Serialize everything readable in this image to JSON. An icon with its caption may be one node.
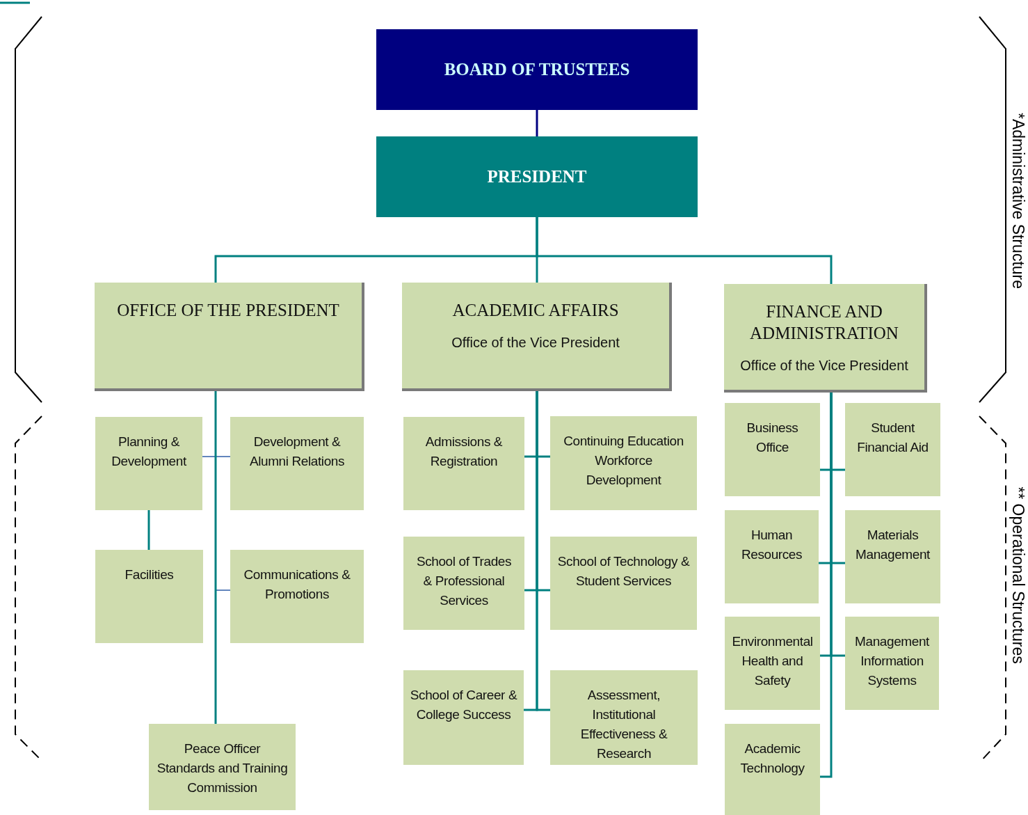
{
  "diagram": {
    "nodes": [
      {
        "text": [
          "BOARD OF TRUSTEES"
        ]
      },
      {
        "text": [
          "PRESIDENT"
        ]
      },
      {
        "text": [
          "OFFICE OF THE PRESIDENT"
        ]
      },
      {
        "text": [
          "ACADEMIC AFFAIRS",
          "Office of the Vice President"
        ]
      },
      {
        "text": [
          "FINANCE AND ADMINISTRATION",
          "Office of the Vice President"
        ]
      },
      {
        "text": [
          "Planning & Development"
        ]
      },
      {
        "text": [
          "Development & Alumni Relations"
        ]
      },
      {
        "text": [
          "Facilities"
        ]
      },
      {
        "text": [
          "Communications & Promotions"
        ]
      },
      {
        "text": [
          "Peace Officer Standards and Training Commission"
        ]
      },
      {
        "text": [
          "Admissions & Registration"
        ]
      },
      {
        "text": [
          "Continuing Education Workforce Development"
        ]
      },
      {
        "text": [
          "School of Trades & Professional Services"
        ]
      },
      {
        "text": [
          "School of Technology & Student Services"
        ]
      },
      {
        "text": [
          "School of Career & College Success"
        ]
      },
      {
        "text": [
          "Assessment, Institutional Effectiveness & Research"
        ]
      },
      {
        "text": [
          "Business Office"
        ]
      },
      {
        "text": [
          "Student Financial Aid"
        ]
      },
      {
        "text": [
          "Human Resources"
        ]
      },
      {
        "text": [
          "Materials Management"
        ]
      },
      {
        "text": [
          "Environmental Health and Safety"
        ]
      },
      {
        "text": [
          "Management Information Systems"
        ]
      },
      {
        "text": [
          "Academic Technology"
        ]
      }
    ],
    "edges": [
      {
        "from": 0,
        "to": 1,
        "arrow": "none",
        "color": "#000080"
      },
      {
        "from": 1,
        "to": 2,
        "arrow": "none"
      },
      {
        "from": 1,
        "to": 3,
        "arrow": "none"
      },
      {
        "from": 1,
        "to": 4,
        "arrow": "none"
      },
      {
        "from": 2,
        "to": 5,
        "arrow": "none",
        "color": "#2f5ea8"
      },
      {
        "from": 2,
        "to": 6,
        "arrow": "none",
        "color": "#2f5ea8"
      },
      {
        "from": 5,
        "to": 7,
        "arrow": "none"
      },
      {
        "from": 2,
        "to": 8,
        "arrow": "none",
        "color": "#2f5ea8"
      },
      {
        "from": 2,
        "to": 9,
        "arrow": "none"
      },
      {
        "from": 3,
        "to": 10,
        "arrow": "none"
      },
      {
        "from": 3,
        "to": 11,
        "arrow": "none"
      },
      {
        "from": 3,
        "to": 12,
        "arrow": "none"
      },
      {
        "from": 3,
        "to": 13,
        "arrow": "none"
      },
      {
        "from": 3,
        "to": 14,
        "arrow": "none"
      },
      {
        "from": 3,
        "to": 15,
        "arrow": "none"
      },
      {
        "from": 4,
        "to": 16,
        "arrow": "none"
      },
      {
        "from": 4,
        "to": 17,
        "arrow": "none"
      },
      {
        "from": 4,
        "to": 18,
        "arrow": "none"
      },
      {
        "from": 4,
        "to": 19,
        "arrow": "none"
      },
      {
        "from": 4,
        "to": 20,
        "arrow": "none"
      },
      {
        "from": 4,
        "to": 21,
        "arrow": "none"
      },
      {
        "from": 4,
        "to": 22,
        "arrow": "none"
      }
    ],
    "labels": [
      "*Administrative Structure",
      "** Operational Structures"
    ]
  }
}
